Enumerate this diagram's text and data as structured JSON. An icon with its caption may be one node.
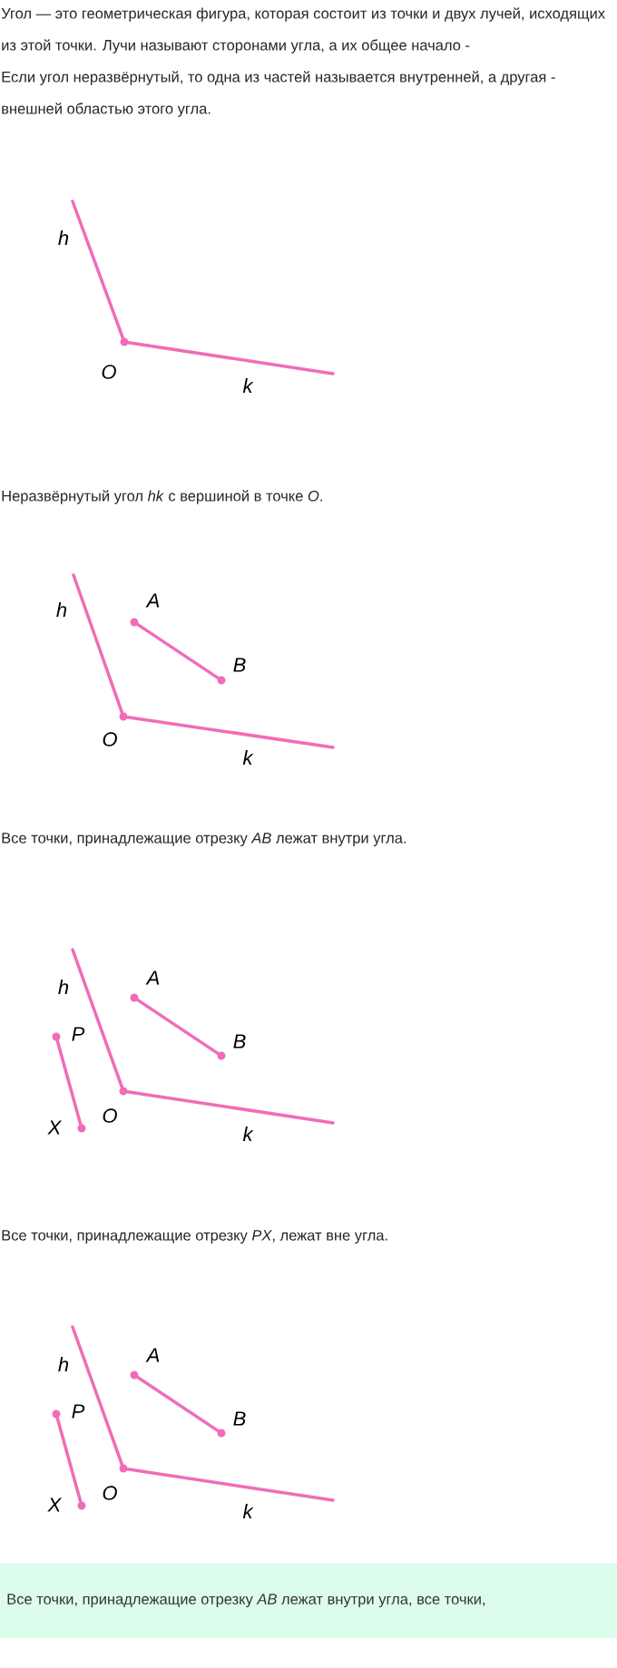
{
  "diagram": {
    "nodes": [
      {
        "text": [
          "O"
        ]
      },
      {
        "text": [
          "O"
        ]
      },
      {
        "text": [
          "A"
        ]
      },
      {
        "text": [
          "B"
        ]
      },
      {
        "text": [
          "O"
        ]
      },
      {
        "text": [
          "A"
        ]
      },
      {
        "text": [
          "B"
        ]
      },
      {
        "text": [
          "P"
        ]
      },
      {
        "text": [
          "X"
        ]
      },
      {
        "text": [
          "O"
        ]
      },
      {
        "text": [
          "A"
        ]
      },
      {
        "text": [
          "B"
        ]
      },
      {
        "text": [
          "P"
        ]
      },
      {
        "text": [
          "X"
        ]
      },
      {
        "text": [
          "Все точки, принадлежащие отрезку *AB* лежат внутри угла, все точки,"
        ]
      }
    ],
    "edges": [
      {
        "from": 0,
        "to": null,
        "arrow": "none",
        "label": "h"
      },
      {
        "from": 0,
        "to": null,
        "arrow": "none",
        "label": "k"
      },
      {
        "from": 1,
        "to": null,
        "arrow": "none",
        "label": "h"
      },
      {
        "from": 1,
        "to": null,
        "arrow": "none",
        "label": "k"
      },
      {
        "from": 2,
        "to": 3,
        "arrow": "none"
      },
      {
        "from": 4,
        "to": null,
        "arrow": "none",
        "label": "h"
      },
      {
        "from": 4,
        "to": null,
        "arrow": "none",
        "label": "k"
      },
      {
        "from": 5,
        "to": 6,
        "arrow": "none"
      },
      {
        "from": 7,
        "to": 8,
        "arrow": "none"
      },
      {
        "from": 9,
        "to": null,
        "arrow": "none",
        "label": "h"
      },
      {
        "from": 9,
        "to": null,
        "arrow": "none",
        "label": "k"
      },
      {
        "from": 10,
        "to": 11,
        "arrow": "none"
      },
      {
        "from": 12,
        "to": 13,
        "arrow": "none"
      }
    ],
    "labels": [
      "Угол — это геометрическая фигура, которая состоит из точки и двух лучей, исходящих из этой точки. Лучи называют сторонами угла, а их общее начало -",
      "Если угол неразвёрнутый, то одна из частей называется внутренней, а другая - внешней областью этого угла.",
      "Неразвёрнутый угол *hk* с вершиной в точке *O*.",
      "Все точки, принадлежащие отрезку *AB* лежат внутри угла.",
      "Все точки, принадлежащие отрезку *PX*, лежат вне угла."
    ]
  }
}
